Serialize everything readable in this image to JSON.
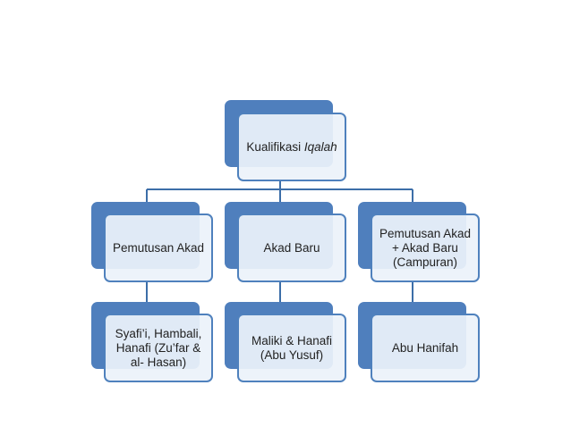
{
  "diagram": {
    "root": {
      "label_prefix": "Kualifikasi ",
      "label_italic": "Iqalah"
    },
    "categories": [
      {
        "label": "Pemutusan Akad",
        "child": "Syafi’i, Hambali,\nHanafi (Zu’far &\nal- Hasan)"
      },
      {
        "label": "Akad Baru",
        "child": "Maliki & Hanafi\n(Abu Yusuf)"
      },
      {
        "label": "Pemutusan Akad\n+ Akad Baru\n(Campuran)",
        "child": "Abu Hanifah"
      }
    ],
    "colors": {
      "back_box": "#4f7fbd",
      "front_border": "#4f81bd",
      "front_fill": "#ecf2fa",
      "connector": "#3c6ea8"
    }
  }
}
